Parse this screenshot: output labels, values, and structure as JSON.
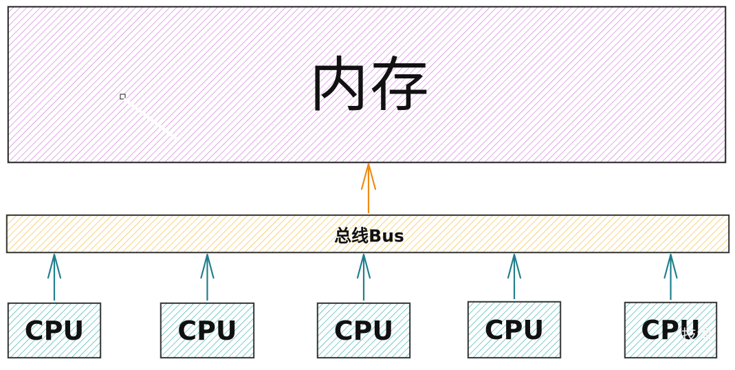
{
  "diagram": {
    "memory": {
      "label": "内存",
      "fill": "#c45cd3",
      "stroke": "#1a1a1a"
    },
    "bus": {
      "label": "总线Bus",
      "fill": "#f2b21f",
      "stroke": "#1a1a1a"
    },
    "cpus": [
      {
        "label": "CPU"
      },
      {
        "label": "CPU"
      },
      {
        "label": "CPU"
      },
      {
        "label": "CPU"
      },
      {
        "label": "CPU"
      }
    ],
    "cpu_fill": "#17a2a2",
    "cpu_stroke": "#1a1a1a",
    "cpu_arrow_color": "#1f7f8c",
    "bus_arrow_color": "#ef8b12",
    "watermark": "技术"
  }
}
